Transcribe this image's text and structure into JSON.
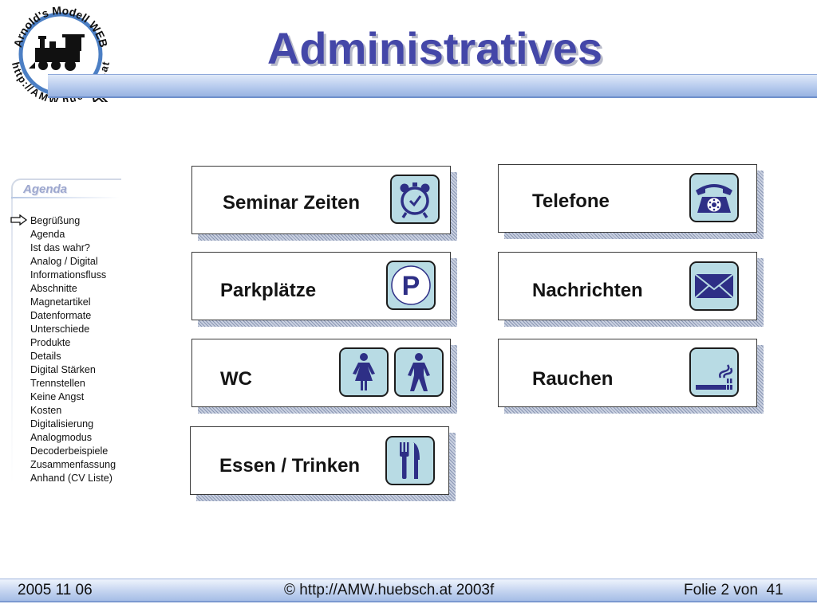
{
  "slide": {
    "title": "Administratives"
  },
  "logo": {
    "arc_top": "Arnold's Modell WEB",
    "arc_bottom": "http://AMW.huebsch.at"
  },
  "agenda": {
    "title": "Agenda",
    "items": [
      "Begrüßung",
      "Agenda",
      "Ist das wahr?",
      "Analog / Digital",
      "Informationsfluss",
      "Abschnitte",
      "Magnetartikel",
      "Datenformate",
      "Unterschiede",
      "Produkte",
      "Details",
      "Digital Stärken",
      "Trennstellen",
      "Keine Angst",
      "Kosten",
      "Digitalisierung",
      "Analogmodus",
      "Decoderbeispiele",
      "Zusammenfassung",
      "Anhand (CV Liste)"
    ],
    "current_index": 0
  },
  "cards": {
    "seminar": {
      "label": "Seminar Zeiten",
      "icon": "alarm-clock-icon"
    },
    "parking": {
      "label": "Parkplätze",
      "icon": "parking-icon"
    },
    "wc": {
      "label": "WC",
      "icons": [
        "woman-icon",
        "man-icon"
      ]
    },
    "food": {
      "label": "Essen / Trinken",
      "icon": "fork-knife-icon"
    },
    "phone": {
      "label": "Telefone",
      "icon": "telephone-icon"
    },
    "messages": {
      "label": "Nachrichten",
      "icon": "envelope-icon"
    },
    "smoking": {
      "label": "Rauchen",
      "icon": "cigarette-icon"
    }
  },
  "footer": {
    "date": "2005 11 06",
    "copyright": "© http://AMW.huebsch.at 2003f",
    "slide_counter": "Folie 2 von  41"
  },
  "colors": {
    "title": "#4447a8",
    "icon_bg": "#b8dbe4",
    "icon_fg": "#2e2f86",
    "band": "#b7cbee"
  }
}
